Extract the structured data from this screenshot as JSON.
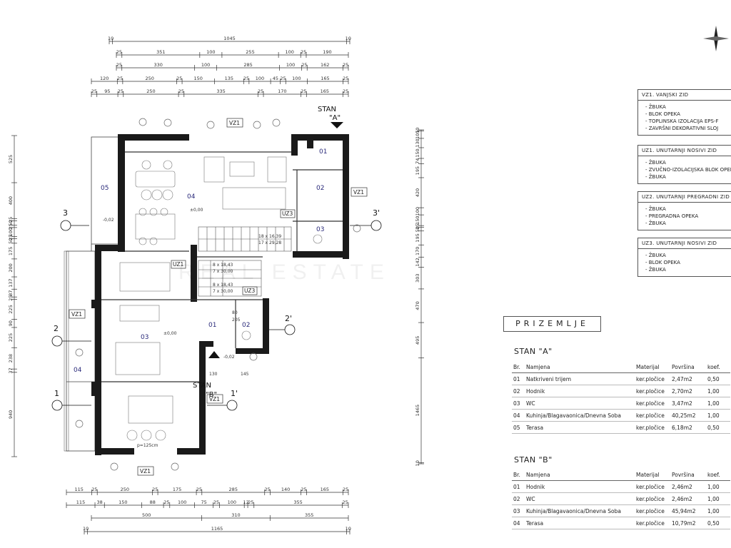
{
  "watermark": "REAL ESTATE",
  "stan_a_marker": {
    "title": "STAN",
    "letter": "\"A\""
  },
  "stan_b_marker": {
    "title": "STAN",
    "letter": "\"B\""
  },
  "section_marks": {
    "m3": "3",
    "m3p": "3'",
    "m2": "2",
    "m2p": "2'",
    "m1": "1",
    "m1p": "1'"
  },
  "rooms": {
    "a01": "01",
    "a02": "02",
    "a03": "03",
    "a04": "04",
    "a05": "05",
    "b01": "01",
    "b02": "02",
    "b03": "03",
    "b04": "04"
  },
  "wall_tags": {
    "vz1": "VZ1",
    "uz1": "UZ1",
    "uz3": "UZ3"
  },
  "dims_top": {
    "r1": [
      "10",
      "1045",
      "10"
    ],
    "r2": [
      "25",
      "351",
      "100",
      "255",
      "100",
      "25",
      "190"
    ],
    "r3": [
      "25",
      "330",
      "100",
      "285",
      "100",
      "25",
      "162",
      "25"
    ],
    "r4": [
      "120",
      "25",
      "250",
      "25",
      "150",
      "135",
      "25",
      "100",
      "45",
      "25",
      "100",
      "165",
      "25"
    ],
    "r5": [
      "25",
      "95",
      "25",
      "250",
      "25",
      "335",
      "25",
      "170",
      "25",
      "165",
      "25"
    ]
  },
  "dims_bottom": {
    "r1": [
      "115",
      "25",
      "250",
      "25",
      "175",
      "25",
      "285",
      "25",
      "140",
      "25",
      "165",
      "25"
    ],
    "r2": [
      "115",
      "38",
      "150",
      "88",
      "25",
      "100",
      "75",
      "25",
      "100",
      "12",
      "25",
      "355",
      "25"
    ],
    "r3": [
      "500",
      "310",
      "355"
    ],
    "r4": [
      "10",
      "1165",
      "10"
    ]
  },
  "dims_left": [
    "525",
    "400",
    "25",
    "50",
    "25",
    "100",
    "25",
    "50",
    "175",
    "200",
    "137",
    "87",
    "25",
    "225",
    "90",
    "225",
    "238",
    "37",
    "940"
  ],
  "dims_right": [
    "10",
    "105",
    "130",
    "150",
    "74",
    "195",
    "420",
    "100",
    "150",
    "25",
    "50",
    "195",
    "170",
    "142",
    "303",
    "470",
    "495",
    "1465",
    "10"
  ],
  "plan_notes": {
    "stairs1": "18 x 16,39",
    "stairs2": "17 x 29,28",
    "b_stairs1": "8 x 18,43",
    "b_stairs2": "7 x 30,00",
    "b_stairs3": "8 x 18,43",
    "b_stairs4": "7 x 30,00",
    "level_minus": "-0,02",
    "level_zero": "±0,00",
    "d1": "130",
    "d2": "145",
    "d3": "80",
    "d4": "205",
    "p125": "p=125cm"
  },
  "legend": [
    {
      "head": "VZ1. VANJSKI ZID",
      "items": [
        "- ŽBUKA",
        "- BLOK OPEKA",
        "- TOPLINSKA IZOLACIJA EPS-F",
        "- ZAVRŠNI DEKORATIVNI SLOJ"
      ]
    },
    {
      "head": "UZ1. UNUTARNJI NOSIVI ZID",
      "items": [
        "- ŽBUKA",
        "- ZVUČNO-IZOLACIJSKA BLOK OPEKA",
        "- ŽBUKA"
      ]
    },
    {
      "head": "UZ2. UNUTARNJI PREGRADNI ZID",
      "items": [
        "- ŽBUKA",
        "- PREGRADNA OPEKA",
        "- ŽBUKA"
      ]
    },
    {
      "head": "UZ3. UNUTARNJI NOSIVI ZID",
      "items": [
        "- ŽBUKA",
        "- BLOK OPEKA",
        "- ŽBUKA"
      ]
    }
  ],
  "floor_label": "PRIZEMLJE",
  "table_headers": {
    "br": "Br.",
    "namjena": "Namjena",
    "materijal": "Materijal",
    "povrsina": "Površina",
    "koef": "koef."
  },
  "stan_a": {
    "title": "STAN \"A\"",
    "rows": [
      {
        "br": "01",
        "namjena": "Natkriveni trijem",
        "materijal": "ker.pločice",
        "povrsina": "2,47m2",
        "koef": "0,50"
      },
      {
        "br": "02",
        "namjena": "Hodnik",
        "materijal": "ker.pločice",
        "povrsina": "2,70m2",
        "koef": "1,00"
      },
      {
        "br": "03",
        "namjena": "WC",
        "materijal": "ker.pločice",
        "povrsina": "3,47m2",
        "koef": "1,00"
      },
      {
        "br": "04",
        "namjena": "Kuhinja/Blagavaonica/Dnevna Soba",
        "materijal": "ker.pločice",
        "povrsina": "40,25m2",
        "koef": "1,00"
      },
      {
        "br": "05",
        "namjena": "Terasa",
        "materijal": "ker.pločice",
        "povrsina": "6,18m2",
        "koef": "0,50"
      }
    ]
  },
  "stan_b": {
    "title": "STAN \"B\"",
    "rows": [
      {
        "br": "01",
        "namjena": "Hodnik",
        "materijal": "ker.pločice",
        "povrsina": "2,46m2",
        "koef": "1,00"
      },
      {
        "br": "02",
        "namjena": "WC",
        "materijal": "ker.pločice",
        "povrsina": "2,46m2",
        "koef": "1,00"
      },
      {
        "br": "03",
        "namjena": "Kuhinja/Blagavaonica/Dnevna Soba",
        "materijal": "ker.pločice",
        "povrsina": "45,94m2",
        "koef": "1,00"
      },
      {
        "br": "04",
        "namjena": "Terasa",
        "materijal": "ker.pločice",
        "povrsina": "10,79m2",
        "koef": "0,50"
      }
    ]
  }
}
